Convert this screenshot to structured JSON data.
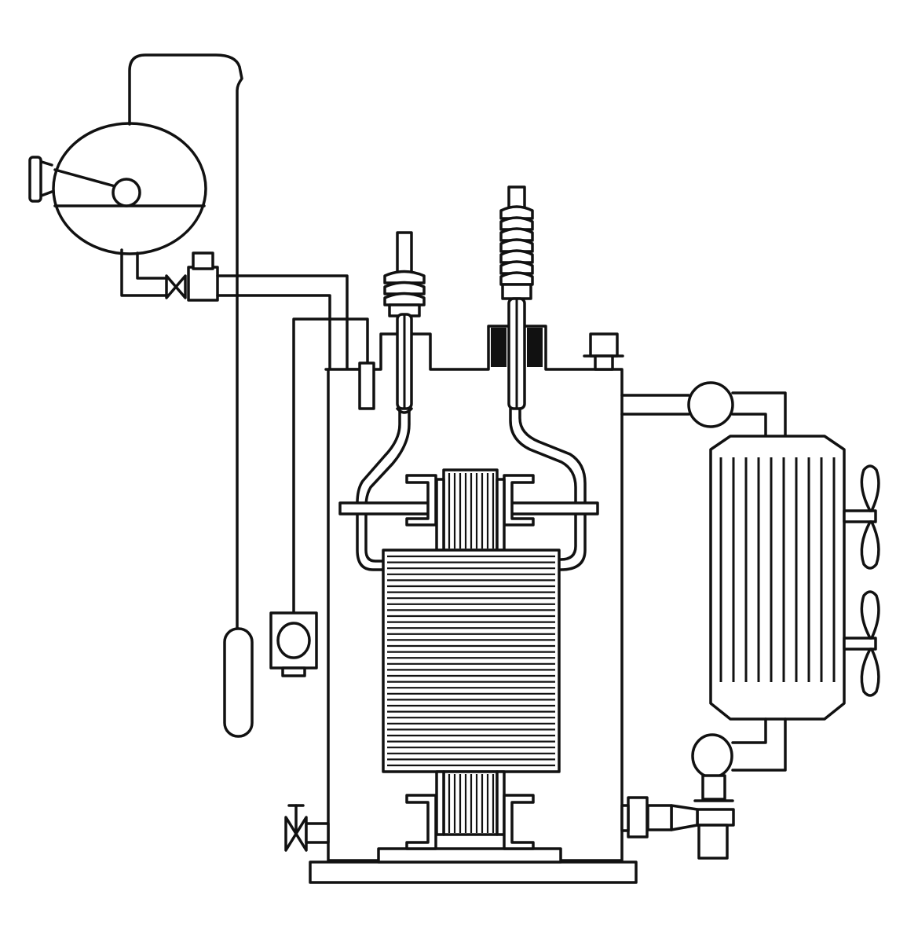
{
  "diagram": {
    "type": "oil-immersed transformer schematic",
    "colors": {
      "line": "#111111",
      "background": "#ffffff",
      "fill": "#ffffff"
    },
    "components": [
      "conservator-tank",
      "gas-relay-valve",
      "oil-level-gauge-tube",
      "low-voltage-bushing",
      "high-voltage-bushing",
      "transformer-tank",
      "core-and-winding",
      "radiator-cooler",
      "cooling-fans",
      "oil-pump",
      "drain-valve",
      "thermometer-gauge",
      "base-plate"
    ]
  }
}
